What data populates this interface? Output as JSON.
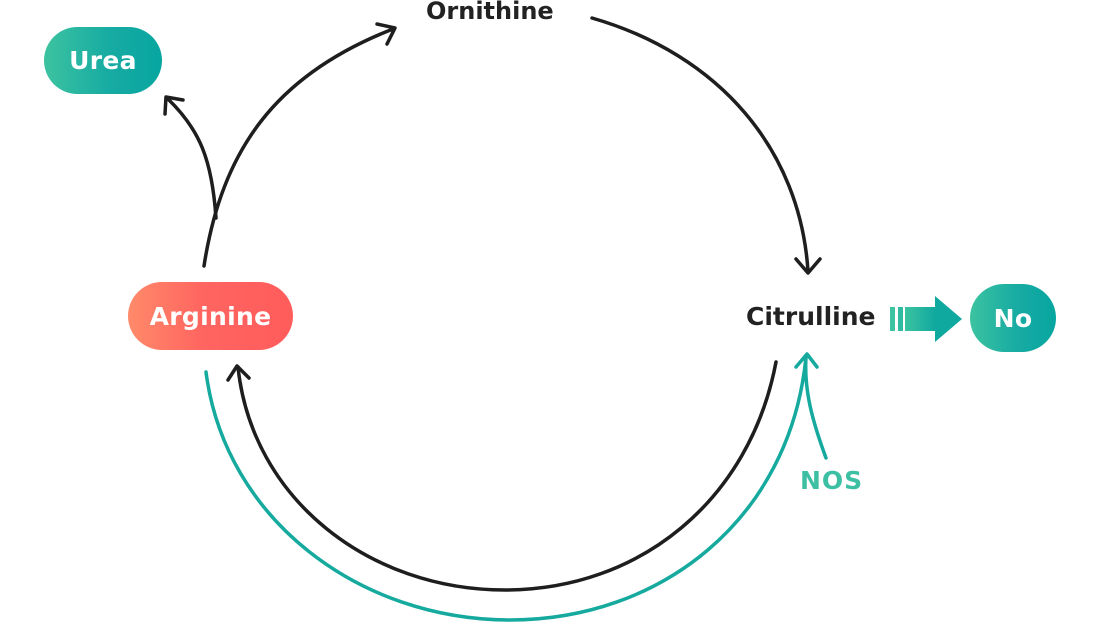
{
  "title": "",
  "nodes": {
    "ornithine": "Ornithine",
    "citrulline": "Citrulline",
    "arginine": "Arginine",
    "urea": "Urea",
    "no": "No"
  },
  "enzyme": {
    "nos": "NOS"
  },
  "colors": {
    "teal": "#10a9a0",
    "teal_light": "#3cc3a0",
    "red": "#ff6560",
    "orange": "#ff8a6a",
    "arrow_dark": "#1e1e1e"
  },
  "edges": [
    {
      "from": "Arginine",
      "to": "Ornithine"
    },
    {
      "from": "Arginine",
      "to": "Urea"
    },
    {
      "from": "Ornithine",
      "to": "Citrulline"
    },
    {
      "from": "Citrulline",
      "to": "Arginine"
    },
    {
      "from": "Arginine",
      "to": "Citrulline",
      "via": "NOS"
    },
    {
      "from": "Citrulline",
      "to": "No"
    }
  ]
}
